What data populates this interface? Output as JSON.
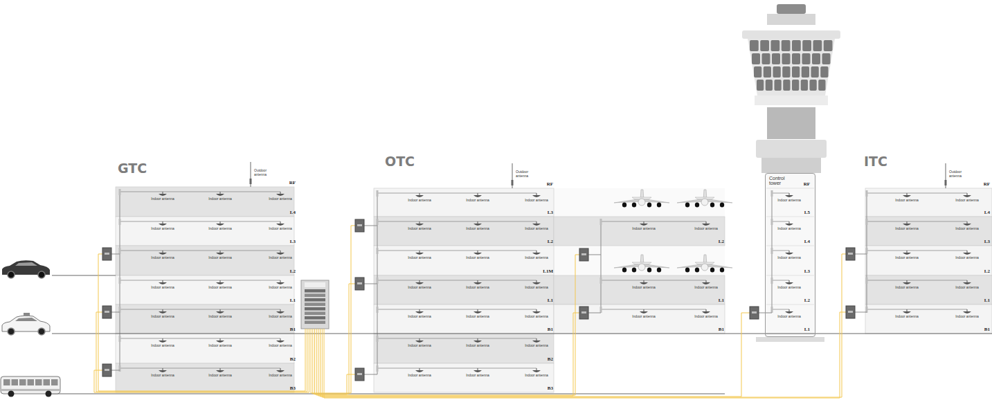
{
  "diagram": {
    "nodes": [
      {
        "text": [
          "GTC"
        ]
      },
      {
        "text": [
          "OTC"
        ]
      },
      {
        "text": [
          "Control tower"
        ]
      },
      {
        "text": [
          "ITC"
        ]
      }
    ],
    "labels": [
      "Outdoor antenna",
      "RF",
      "L4",
      "L3",
      "L2",
      "L1",
      "B1",
      "B2",
      "B3",
      "Indoor antenna",
      "Indoor antenna",
      "Indoor antenna",
      "Indoor antenna",
      "Indoor antenna",
      "Indoor antenna",
      "Indoor antenna",
      "Indoor antenna",
      "Indoor antenna",
      "Indoor antenna",
      "Indoor antenna",
      "Indoor antenna",
      "Indoor antenna",
      "Indoor antenna",
      "Indoor antenna",
      "Indoor antenna",
      "Indoor antenna",
      "Indoor antenna",
      "Indoor antenna",
      "Indoor antenna",
      "Indoor antenna",
      "Outdoor antenna",
      "RF",
      "L3",
      "L2",
      "L1M",
      "L1",
      "B1",
      "B2",
      "B3",
      "Indoor antenna",
      "Indoor antenna",
      "Indoor antenna",
      "Indoor antenna",
      "Indoor antenna",
      "Indoor antenna",
      "Indoor antenna",
      "Indoor antenna",
      "Indoor antenna",
      "Indoor antenna",
      "Indoor antenna",
      "Indoor antenna",
      "Indoor antenna",
      "Indoor antenna",
      "Indoor antenna",
      "Indoor antenna",
      "Indoor antenna",
      "Indoor antenna",
      "Indoor antenna",
      "Indoor antenna",
      "Indoor antenna",
      "L2",
      "L1",
      "B1",
      "Indoor antenna",
      "Indoor antenna",
      "Indoor antenna",
      "Indoor antenna",
      "Indoor antenna",
      "Indoor antenna",
      "RF",
      "L5",
      "L4",
      "L3",
      "L2",
      "L1",
      "Indoor antenna",
      "Indoor antenna",
      "Indoor antenna",
      "Indoor antenna",
      "Indoor antenna",
      "Outdoor antenna",
      "RF",
      "L4",
      "L3",
      "L2",
      "L1",
      "B1",
      "Indoor antenna",
      "Indoor antenna",
      "Indoor antenna",
      "Indoor antenna",
      "Indoor antenna",
      "Indoor antenna",
      "Indoor antenna",
      "Indoor antenna",
      "Indoor antenna",
      "Indoor antenna"
    ]
  }
}
